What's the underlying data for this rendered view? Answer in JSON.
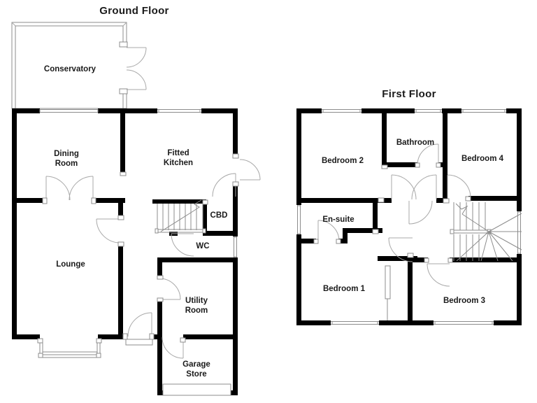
{
  "colors": {
    "wall": "#000000",
    "line": "#8c8c8c",
    "line2": "#a8a8a8",
    "text": "#1a1a1a"
  },
  "ground_floor": {
    "title": "Ground Floor",
    "rooms": {
      "conservatory": "Conservatory",
      "dining_line1": "Dining",
      "dining_line2": "Room",
      "kitchen_line1": "Fitted",
      "kitchen_line2": "Kitchen",
      "cbd": "CBD",
      "wc": "WC",
      "lounge": "Lounge",
      "utility_line1": "Utility",
      "utility_line2": "Room",
      "garage_line1": "Garage",
      "garage_line2": "Store"
    }
  },
  "first_floor": {
    "title": "First Floor",
    "rooms": {
      "bedroom2": "Bedroom 2",
      "bathroom": "Bathroom",
      "bedroom4": "Bedroom 4",
      "ensuite": "En-suite",
      "bedroom1": "Bedroom 1",
      "bedroom3": "Bedroom 3"
    }
  }
}
